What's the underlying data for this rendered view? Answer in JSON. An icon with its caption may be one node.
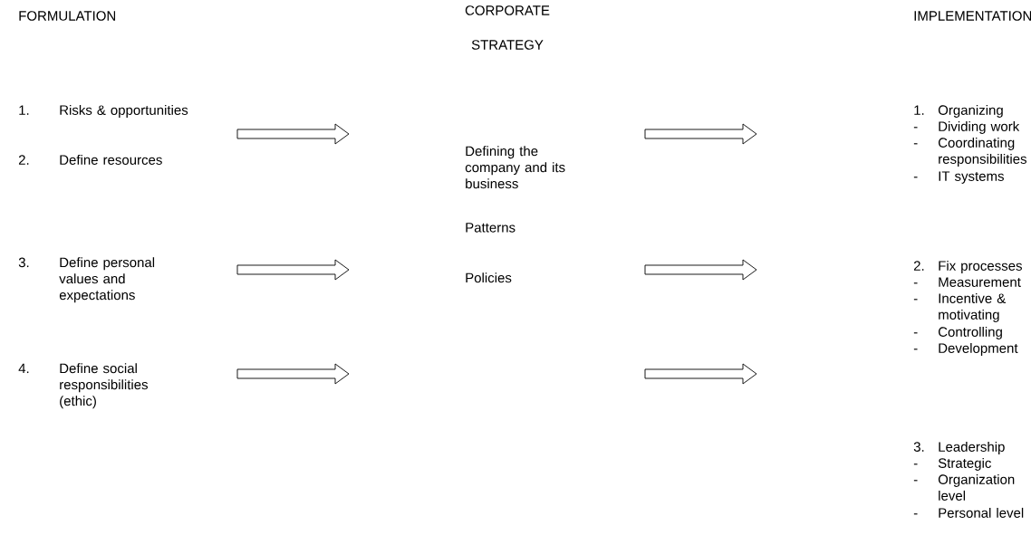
{
  "diagram": {
    "nodes": [
      {
        "text": [
          "1.",
          "Risks & opportunities"
        ]
      },
      {
        "text": [
          "2.",
          "Define resources"
        ]
      },
      {
        "text": [
          "3.",
          "Define personal values and expectations"
        ]
      },
      {
        "text": [
          "4.",
          "Define social responsibilities (ethic)"
        ]
      },
      {
        "text": [
          "Defining the company and its business"
        ]
      },
      {
        "text": [
          "Patterns"
        ]
      },
      {
        "text": [
          "Policies"
        ]
      },
      {
        "text": [
          "1.",
          "Organizing",
          "-",
          "Dividing work",
          "-",
          "Coordinating responsibilities",
          "-",
          "IT systems"
        ]
      },
      {
        "text": [
          "2.",
          "Fix processes",
          "-",
          "Measurement",
          "-",
          "Incentive & motivating",
          "-",
          "Controlling",
          "-",
          "Development"
        ]
      },
      {
        "text": [
          "3.",
          "Leadership",
          "-",
          "Strategic",
          "-",
          "Organization level",
          "-",
          "Personal level"
        ]
      },
      {
        "text": [],
        "shape": "arrow"
      },
      {
        "text": [],
        "shape": "arrow"
      },
      {
        "text": [],
        "shape": "arrow"
      },
      {
        "text": [],
        "shape": "arrow"
      },
      {
        "text": [],
        "shape": "arrow"
      },
      {
        "text": [],
        "shape": "arrow"
      }
    ],
    "labels": [
      "FORMULATION",
      "CORPORATE STRATEGY",
      "IMPLEMENTATION"
    ]
  }
}
